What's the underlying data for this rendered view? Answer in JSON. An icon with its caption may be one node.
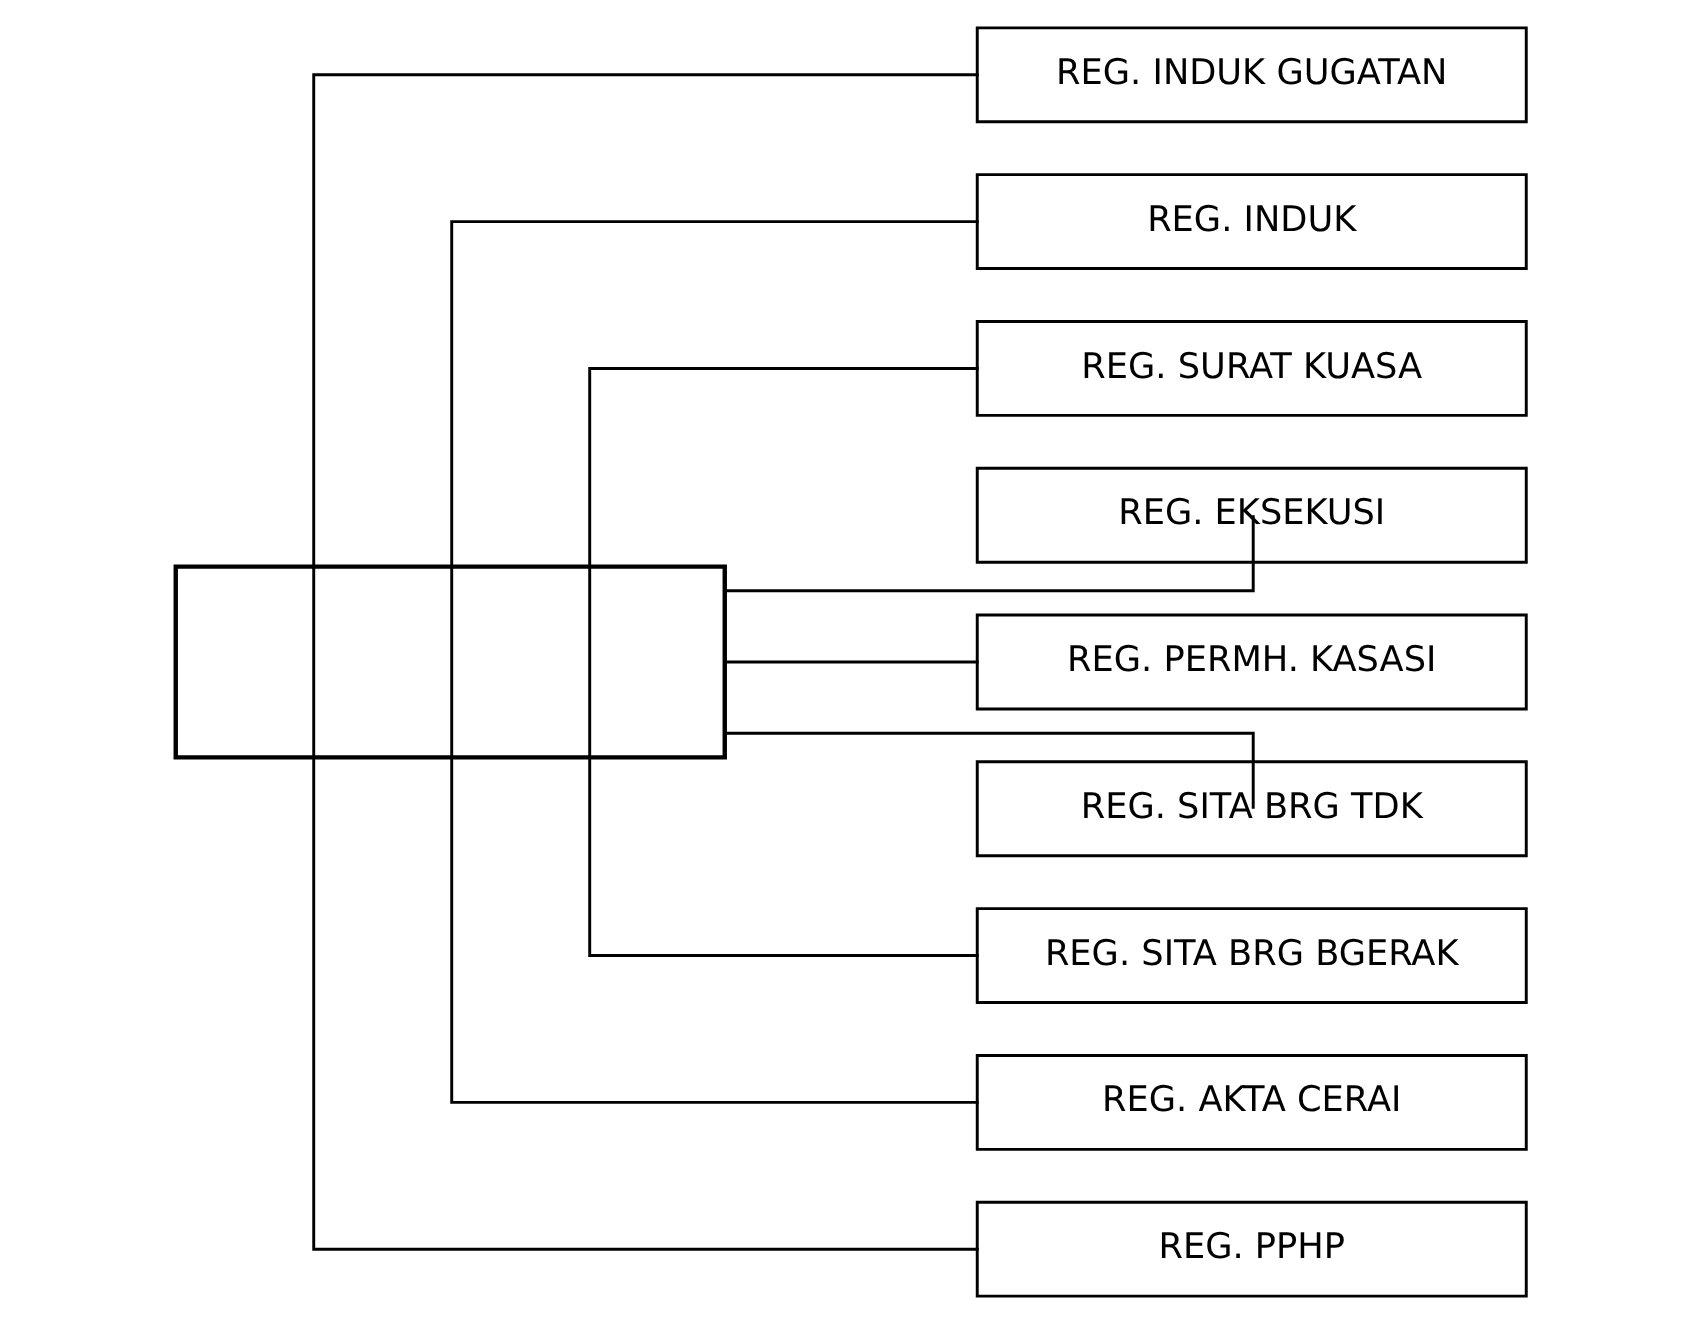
{
  "diagram": {
    "nodes": [
      {
        "text": [],
        "shape": "box"
      },
      {
        "text": [
          "REG. INDUK GUGATAN"
        ]
      },
      {
        "text": [
          "REG. INDUK"
        ]
      },
      {
        "text": [
          "REG. SURAT KUASA"
        ]
      },
      {
        "text": [
          "REG. EKSEKUSI"
        ]
      },
      {
        "text": [
          "REG. PERMH. KASASI"
        ]
      },
      {
        "text": [
          "REG. SITA BRG TDK"
        ]
      },
      {
        "text": [
          "REG. SITA BRG BGERAK"
        ]
      },
      {
        "text": [
          "REG. AKTA CERAI"
        ]
      },
      {
        "text": [
          "REG. PPHP"
        ]
      }
    ],
    "edges": [
      {
        "from": 0,
        "to": 1,
        "arrow": "none"
      },
      {
        "from": 0,
        "to": 2,
        "arrow": "none"
      },
      {
        "from": 0,
        "to": 3,
        "arrow": "none"
      },
      {
        "from": 0,
        "to": 4,
        "arrow": "none"
      },
      {
        "from": 0,
        "to": 5,
        "arrow": "none"
      },
      {
        "from": 0,
        "to": 6,
        "arrow": "none"
      },
      {
        "from": 0,
        "to": 7,
        "arrow": "none"
      },
      {
        "from": 0,
        "to": 8,
        "arrow": "none"
      },
      {
        "from": 0,
        "to": 9,
        "arrow": "none"
      }
    ]
  }
}
